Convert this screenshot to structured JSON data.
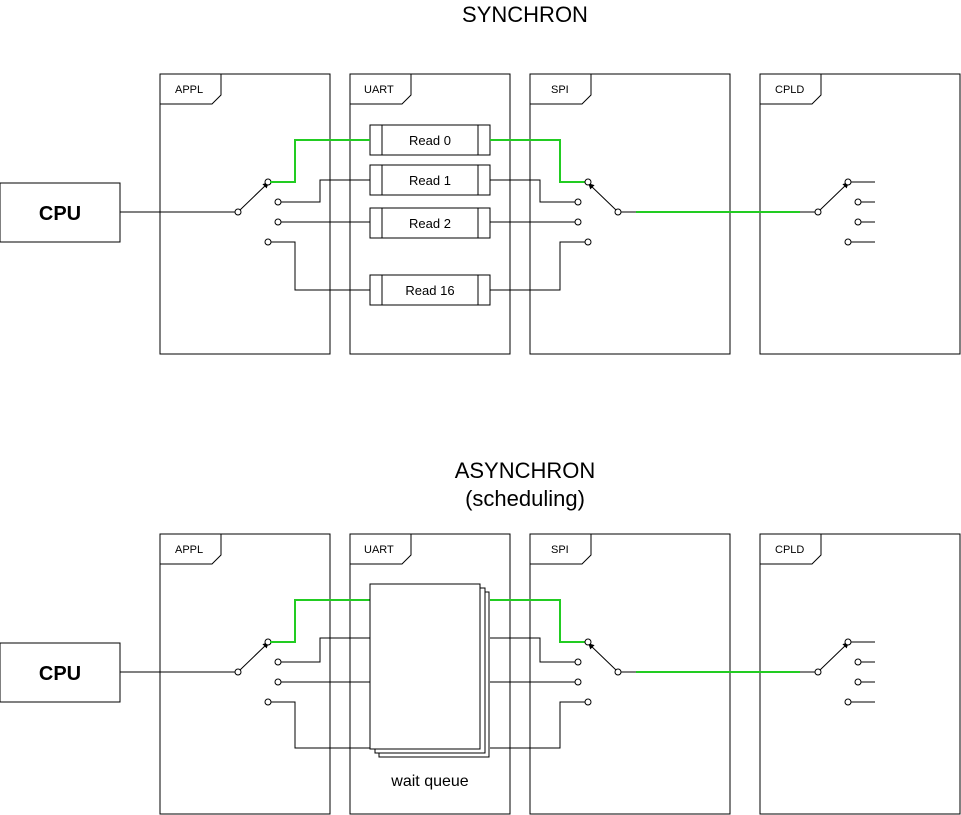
{
  "diagram": {
    "sync": {
      "title": "SYNCHRON",
      "frames": [
        "APPL",
        "UART",
        "SPI",
        "CPLD"
      ],
      "cpu_label": "CPU",
      "read_blocks": [
        "Read 0",
        "Read 1",
        "Read 2",
        "Read 16"
      ]
    },
    "async": {
      "title_line1": "ASYNCHRON",
      "title_line2": "(scheduling)",
      "frames": [
        "APPL",
        "UART",
        "SPI",
        "CPLD"
      ],
      "cpu_label": "CPU",
      "queue_label": "wait queue"
    },
    "colors": {
      "active_path": "#22cc22",
      "lines": "#000000"
    }
  }
}
